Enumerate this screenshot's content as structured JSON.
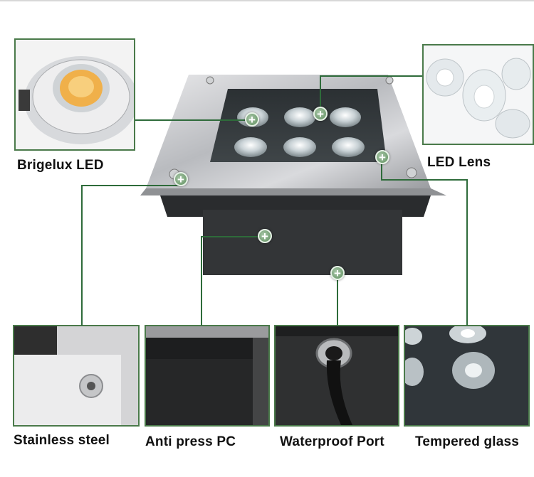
{
  "labels": {
    "brigelux_led": "Brigelux LED",
    "led_lens": "LED Lens",
    "stainless_steel": "Stainless steel",
    "anti_press_pc": "Anti press PC",
    "waterproof_port": "Waterproof Port",
    "tempered_glass": "Tempered glass"
  },
  "marker_symbol": "+",
  "colors": {
    "callout_line": "#2e6b3a",
    "marker_fill": "#6f9e6f",
    "frame_border": "#4a7a4a"
  }
}
